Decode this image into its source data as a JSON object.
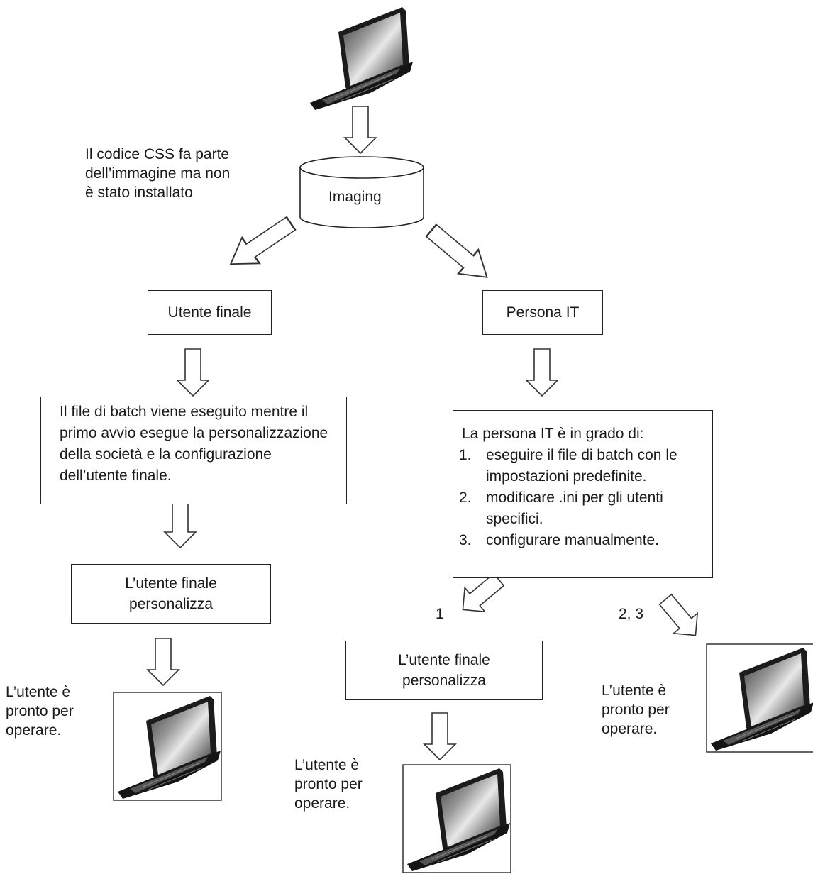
{
  "top_note": [
    "Il codice CSS fa parte",
    "dell’immagine ma non",
    "è stato installato"
  ],
  "imaging_label": "Imaging",
  "left_branch": {
    "box_label": "Utente finale",
    "batch_text": "Il file di batch viene eseguito mentre il primo avvio esegue la personalizzazione della società e la configurazione dell’utente finale.",
    "customize_label": "L’utente finale personalizza",
    "ready_text": [
      "L’utente è",
      "pronto per",
      "operare."
    ]
  },
  "right_branch": {
    "box_label": "Persona IT",
    "intro": "La persona IT è in grado di:",
    "items": [
      {
        "num": "1.",
        "text": "eseguire il file di batch con le impostazioni predefinite."
      },
      {
        "num": "2.",
        "text": "modificare .ini per gli utenti specifici."
      },
      {
        "num": "3.",
        "text": "configurare manualmente."
      }
    ],
    "path1_label": "1",
    "path23_label": "2, 3",
    "customize_label": "L’utente finale personalizza",
    "ready_text_mid": [
      "L’utente è",
      "pronto per",
      "operare."
    ],
    "ready_text_right": [
      "L’utente è",
      "pronto per",
      "operare."
    ]
  },
  "icons": [
    "laptop-icon",
    "database-cylinder-icon",
    "hollow-arrow-icon"
  ]
}
